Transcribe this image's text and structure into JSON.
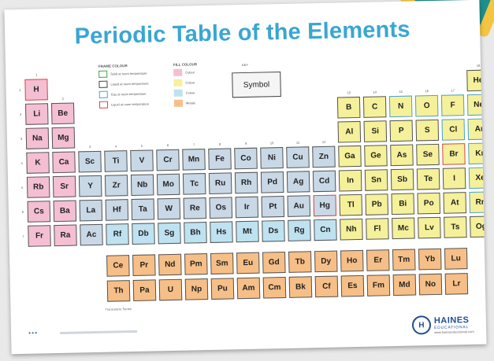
{
  "title": "Periodic Table of the Elements",
  "legend": {
    "frame_header": "FRAME COLOUR",
    "fill_header": "FILL COLOUR",
    "frame_items": [
      {
        "label": "Solid at room temperature",
        "color": "#3aa640"
      },
      {
        "label": "Liquid at room temperature",
        "color": "#444444"
      },
      {
        "label": "Gas at room temperature",
        "color": "#4aa3cf"
      },
      {
        "label": "Liquid at room temperature",
        "color": "#d64545"
      }
    ],
    "fill_items": [
      {
        "label": "Colour",
        "color": "#f4bfd3"
      },
      {
        "label": "Colour",
        "color": "#f5f09a"
      },
      {
        "label": "Colour",
        "color": "#bfe2f1"
      },
      {
        "label": "Metals",
        "color": "#f6bf87"
      }
    ]
  },
  "key": {
    "label": "KEY",
    "symbol": "Symbol"
  },
  "groups": [
    "1",
    "2",
    "3",
    "4",
    "5",
    "6",
    "7",
    "8",
    "9",
    "10",
    "11",
    "12",
    "13",
    "14",
    "15",
    "16",
    "17",
    "18"
  ],
  "periods": [
    "1",
    "2",
    "3",
    "4",
    "5",
    "6",
    "7"
  ],
  "elements": [
    {
      "s": "H",
      "r": 1,
      "c": 1,
      "f": "alkali",
      "b": "red"
    },
    {
      "s": "He",
      "r": 1,
      "c": 18,
      "f": "yellow"
    },
    {
      "s": "Li",
      "r": 2,
      "c": 1,
      "f": "alkali"
    },
    {
      "s": "Be",
      "r": 2,
      "c": 2,
      "f": "alkali"
    },
    {
      "s": "B",
      "r": 2,
      "c": 13,
      "f": "yellow"
    },
    {
      "s": "C",
      "r": 2,
      "c": 14,
      "f": "yellow"
    },
    {
      "s": "N",
      "r": 2,
      "c": 15,
      "f": "yellow",
      "b": "blue"
    },
    {
      "s": "O",
      "r": 2,
      "c": 16,
      "f": "yellow",
      "b": "blue"
    },
    {
      "s": "F",
      "r": 2,
      "c": 17,
      "f": "yellow",
      "b": "blue"
    },
    {
      "s": "Ne",
      "r": 2,
      "c": 18,
      "f": "yellow",
      "b": "blue"
    },
    {
      "s": "Na",
      "r": 3,
      "c": 1,
      "f": "alkali"
    },
    {
      "s": "Mg",
      "r": 3,
      "c": 2,
      "f": "alkali"
    },
    {
      "s": "Al",
      "r": 3,
      "c": 13,
      "f": "yellow"
    },
    {
      "s": "Si",
      "r": 3,
      "c": 14,
      "f": "yellow"
    },
    {
      "s": "P",
      "r": 3,
      "c": 15,
      "f": "yellow"
    },
    {
      "s": "S",
      "r": 3,
      "c": 16,
      "f": "yellow"
    },
    {
      "s": "Cl",
      "r": 3,
      "c": 17,
      "f": "yellow",
      "b": "blue"
    },
    {
      "s": "Ar",
      "r": 3,
      "c": 18,
      "f": "yellow",
      "b": "blue"
    },
    {
      "s": "K",
      "r": 4,
      "c": 1,
      "f": "alkali"
    },
    {
      "s": "Ca",
      "r": 4,
      "c": 2,
      "f": "alkali"
    },
    {
      "s": "Sc",
      "r": 4,
      "c": 3,
      "f": "trans"
    },
    {
      "s": "Ti",
      "r": 4,
      "c": 4,
      "f": "trans"
    },
    {
      "s": "V",
      "r": 4,
      "c": 5,
      "f": "trans"
    },
    {
      "s": "Cr",
      "r": 4,
      "c": 6,
      "f": "trans"
    },
    {
      "s": "Mn",
      "r": 4,
      "c": 7,
      "f": "trans"
    },
    {
      "s": "Fe",
      "r": 4,
      "c": 8,
      "f": "trans"
    },
    {
      "s": "Co",
      "r": 4,
      "c": 9,
      "f": "trans"
    },
    {
      "s": "Ni",
      "r": 4,
      "c": 10,
      "f": "trans"
    },
    {
      "s": "Cu",
      "r": 4,
      "c": 11,
      "f": "trans"
    },
    {
      "s": "Zn",
      "r": 4,
      "c": 12,
      "f": "trans"
    },
    {
      "s": "Ga",
      "r": 4,
      "c": 13,
      "f": "yellow"
    },
    {
      "s": "Ge",
      "r": 4,
      "c": 14,
      "f": "yellow"
    },
    {
      "s": "As",
      "r": 4,
      "c": 15,
      "f": "yellow"
    },
    {
      "s": "Se",
      "r": 4,
      "c": 16,
      "f": "yellow"
    },
    {
      "s": "Br",
      "r": 4,
      "c": 17,
      "f": "yellow",
      "b": "red"
    },
    {
      "s": "Kr",
      "r": 4,
      "c": 18,
      "f": "yellow",
      "b": "blue"
    },
    {
      "s": "Rb",
      "r": 5,
      "c": 1,
      "f": "alkali"
    },
    {
      "s": "Sr",
      "r": 5,
      "c": 2,
      "f": "alkali"
    },
    {
      "s": "Y",
      "r": 5,
      "c": 3,
      "f": "trans"
    },
    {
      "s": "Zr",
      "r": 5,
      "c": 4,
      "f": "trans"
    },
    {
      "s": "Nb",
      "r": 5,
      "c": 5,
      "f": "trans"
    },
    {
      "s": "Mo",
      "r": 5,
      "c": 6,
      "f": "trans"
    },
    {
      "s": "Tc",
      "r": 5,
      "c": 7,
      "f": "trans"
    },
    {
      "s": "Ru",
      "r": 5,
      "c": 8,
      "f": "trans"
    },
    {
      "s": "Rh",
      "r": 5,
      "c": 9,
      "f": "trans"
    },
    {
      "s": "Pd",
      "r": 5,
      "c": 10,
      "f": "trans"
    },
    {
      "s": "Ag",
      "r": 5,
      "c": 11,
      "f": "trans"
    },
    {
      "s": "Cd",
      "r": 5,
      "c": 12,
      "f": "trans"
    },
    {
      "s": "In",
      "r": 5,
      "c": 13,
      "f": "yellow"
    },
    {
      "s": "Sn",
      "r": 5,
      "c": 14,
      "f": "yellow"
    },
    {
      "s": "Sb",
      "r": 5,
      "c": 15,
      "f": "yellow"
    },
    {
      "s": "Te",
      "r": 5,
      "c": 16,
      "f": "yellow"
    },
    {
      "s": "I",
      "r": 5,
      "c": 17,
      "f": "yellow"
    },
    {
      "s": "Xe",
      "r": 5,
      "c": 18,
      "f": "yellow",
      "b": "blue"
    },
    {
      "s": "Cs",
      "r": 6,
      "c": 1,
      "f": "alkali"
    },
    {
      "s": "Ba",
      "r": 6,
      "c": 2,
      "f": "alkali"
    },
    {
      "s": "La",
      "r": 6,
      "c": 3,
      "f": "trans"
    },
    {
      "s": "Hf",
      "r": 6,
      "c": 4,
      "f": "trans"
    },
    {
      "s": "Ta",
      "r": 6,
      "c": 5,
      "f": "trans"
    },
    {
      "s": "W",
      "r": 6,
      "c": 6,
      "f": "trans"
    },
    {
      "s": "Re",
      "r": 6,
      "c": 7,
      "f": "trans"
    },
    {
      "s": "Os",
      "r": 6,
      "c": 8,
      "f": "trans"
    },
    {
      "s": "Ir",
      "r": 6,
      "c": 9,
      "f": "trans"
    },
    {
      "s": "Pt",
      "r": 6,
      "c": 10,
      "f": "trans"
    },
    {
      "s": "Au",
      "r": 6,
      "c": 11,
      "f": "trans"
    },
    {
      "s": "Hg",
      "r": 6,
      "c": 12,
      "f": "trans",
      "b": "red"
    },
    {
      "s": "Tl",
      "r": 6,
      "c": 13,
      "f": "yellow"
    },
    {
      "s": "Pb",
      "r": 6,
      "c": 14,
      "f": "yellow"
    },
    {
      "s": "Bi",
      "r": 6,
      "c": 15,
      "f": "yellow"
    },
    {
      "s": "Po",
      "r": 6,
      "c": 16,
      "f": "yellow"
    },
    {
      "s": "At",
      "r": 6,
      "c": 17,
      "f": "yellow"
    },
    {
      "s": "Rn",
      "r": 6,
      "c": 18,
      "f": "yellow",
      "b": "blue"
    },
    {
      "s": "Fr",
      "r": 7,
      "c": 1,
      "f": "alkali"
    },
    {
      "s": "Ra",
      "r": 7,
      "c": 2,
      "f": "alkali"
    },
    {
      "s": "Ac",
      "r": 7,
      "c": 3,
      "f": "trans"
    },
    {
      "s": "Rf",
      "r": 7,
      "c": 4,
      "f": "light"
    },
    {
      "s": "Db",
      "r": 7,
      "c": 5,
      "f": "light"
    },
    {
      "s": "Sg",
      "r": 7,
      "c": 6,
      "f": "light"
    },
    {
      "s": "Bh",
      "r": 7,
      "c": 7,
      "f": "light"
    },
    {
      "s": "Hs",
      "r": 7,
      "c": 8,
      "f": "light"
    },
    {
      "s": "Mt",
      "r": 7,
      "c": 9,
      "f": "light"
    },
    {
      "s": "Ds",
      "r": 7,
      "c": 10,
      "f": "light"
    },
    {
      "s": "Rg",
      "r": 7,
      "c": 11,
      "f": "light"
    },
    {
      "s": "Cn",
      "r": 7,
      "c": 12,
      "f": "light"
    },
    {
      "s": "Nh",
      "r": 7,
      "c": 13,
      "f": "yellow"
    },
    {
      "s": "Fl",
      "r": 7,
      "c": 14,
      "f": "yellow"
    },
    {
      "s": "Mc",
      "r": 7,
      "c": 15,
      "f": "yellow"
    },
    {
      "s": "Lv",
      "r": 7,
      "c": 16,
      "f": "yellow"
    },
    {
      "s": "Ts",
      "r": 7,
      "c": 17,
      "f": "yellow"
    },
    {
      "s": "Og",
      "r": 7,
      "c": 18,
      "f": "yellow"
    },
    {
      "s": "Ce",
      "r": 8,
      "c": 4,
      "f": "orange"
    },
    {
      "s": "Pr",
      "r": 8,
      "c": 5,
      "f": "orange"
    },
    {
      "s": "Nd",
      "r": 8,
      "c": 6,
      "f": "orange"
    },
    {
      "s": "Pm",
      "r": 8,
      "c": 7,
      "f": "orange"
    },
    {
      "s": "Sm",
      "r": 8,
      "c": 8,
      "f": "orange"
    },
    {
      "s": "Eu",
      "r": 8,
      "c": 9,
      "f": "orange"
    },
    {
      "s": "Gd",
      "r": 8,
      "c": 10,
      "f": "orange"
    },
    {
      "s": "Tb",
      "r": 8,
      "c": 11,
      "f": "orange"
    },
    {
      "s": "Dy",
      "r": 8,
      "c": 12,
      "f": "orange"
    },
    {
      "s": "Ho",
      "r": 8,
      "c": 13,
      "f": "orange"
    },
    {
      "s": "Er",
      "r": 8,
      "c": 14,
      "f": "orange"
    },
    {
      "s": "Tm",
      "r": 8,
      "c": 15,
      "f": "orange"
    },
    {
      "s": "Yb",
      "r": 8,
      "c": 16,
      "f": "orange"
    },
    {
      "s": "Lu",
      "r": 8,
      "c": 17,
      "f": "orange"
    },
    {
      "s": "Th",
      "r": 9,
      "c": 4,
      "f": "orange"
    },
    {
      "s": "Pa",
      "r": 9,
      "c": 5,
      "f": "orange"
    },
    {
      "s": "U",
      "r": 9,
      "c": 6,
      "f": "orange"
    },
    {
      "s": "Np",
      "r": 9,
      "c": 7,
      "f": "orange"
    },
    {
      "s": "Pu",
      "r": 9,
      "c": 8,
      "f": "orange"
    },
    {
      "s": "Am",
      "r": 9,
      "c": 9,
      "f": "orange"
    },
    {
      "s": "Cm",
      "r": 9,
      "c": 10,
      "f": "orange"
    },
    {
      "s": "Bk",
      "r": 9,
      "c": 11,
      "f": "orange"
    },
    {
      "s": "Cf",
      "r": 9,
      "c": 12,
      "f": "orange"
    },
    {
      "s": "Es",
      "r": 9,
      "c": 13,
      "f": "orange"
    },
    {
      "s": "Fm",
      "r": 9,
      "c": 14,
      "f": "orange"
    },
    {
      "s": "Md",
      "r": 9,
      "c": 15,
      "f": "orange"
    },
    {
      "s": "No",
      "r": 9,
      "c": 16,
      "f": "orange"
    },
    {
      "s": "Lr",
      "r": 9,
      "c": 17,
      "f": "orange"
    }
  ],
  "fblock_note": "Transuranic Series",
  "brand": {
    "name": "HAINES",
    "sub": "EDUCATIONAL",
    "url": "www.haineseducational.com",
    "mark": "H"
  }
}
